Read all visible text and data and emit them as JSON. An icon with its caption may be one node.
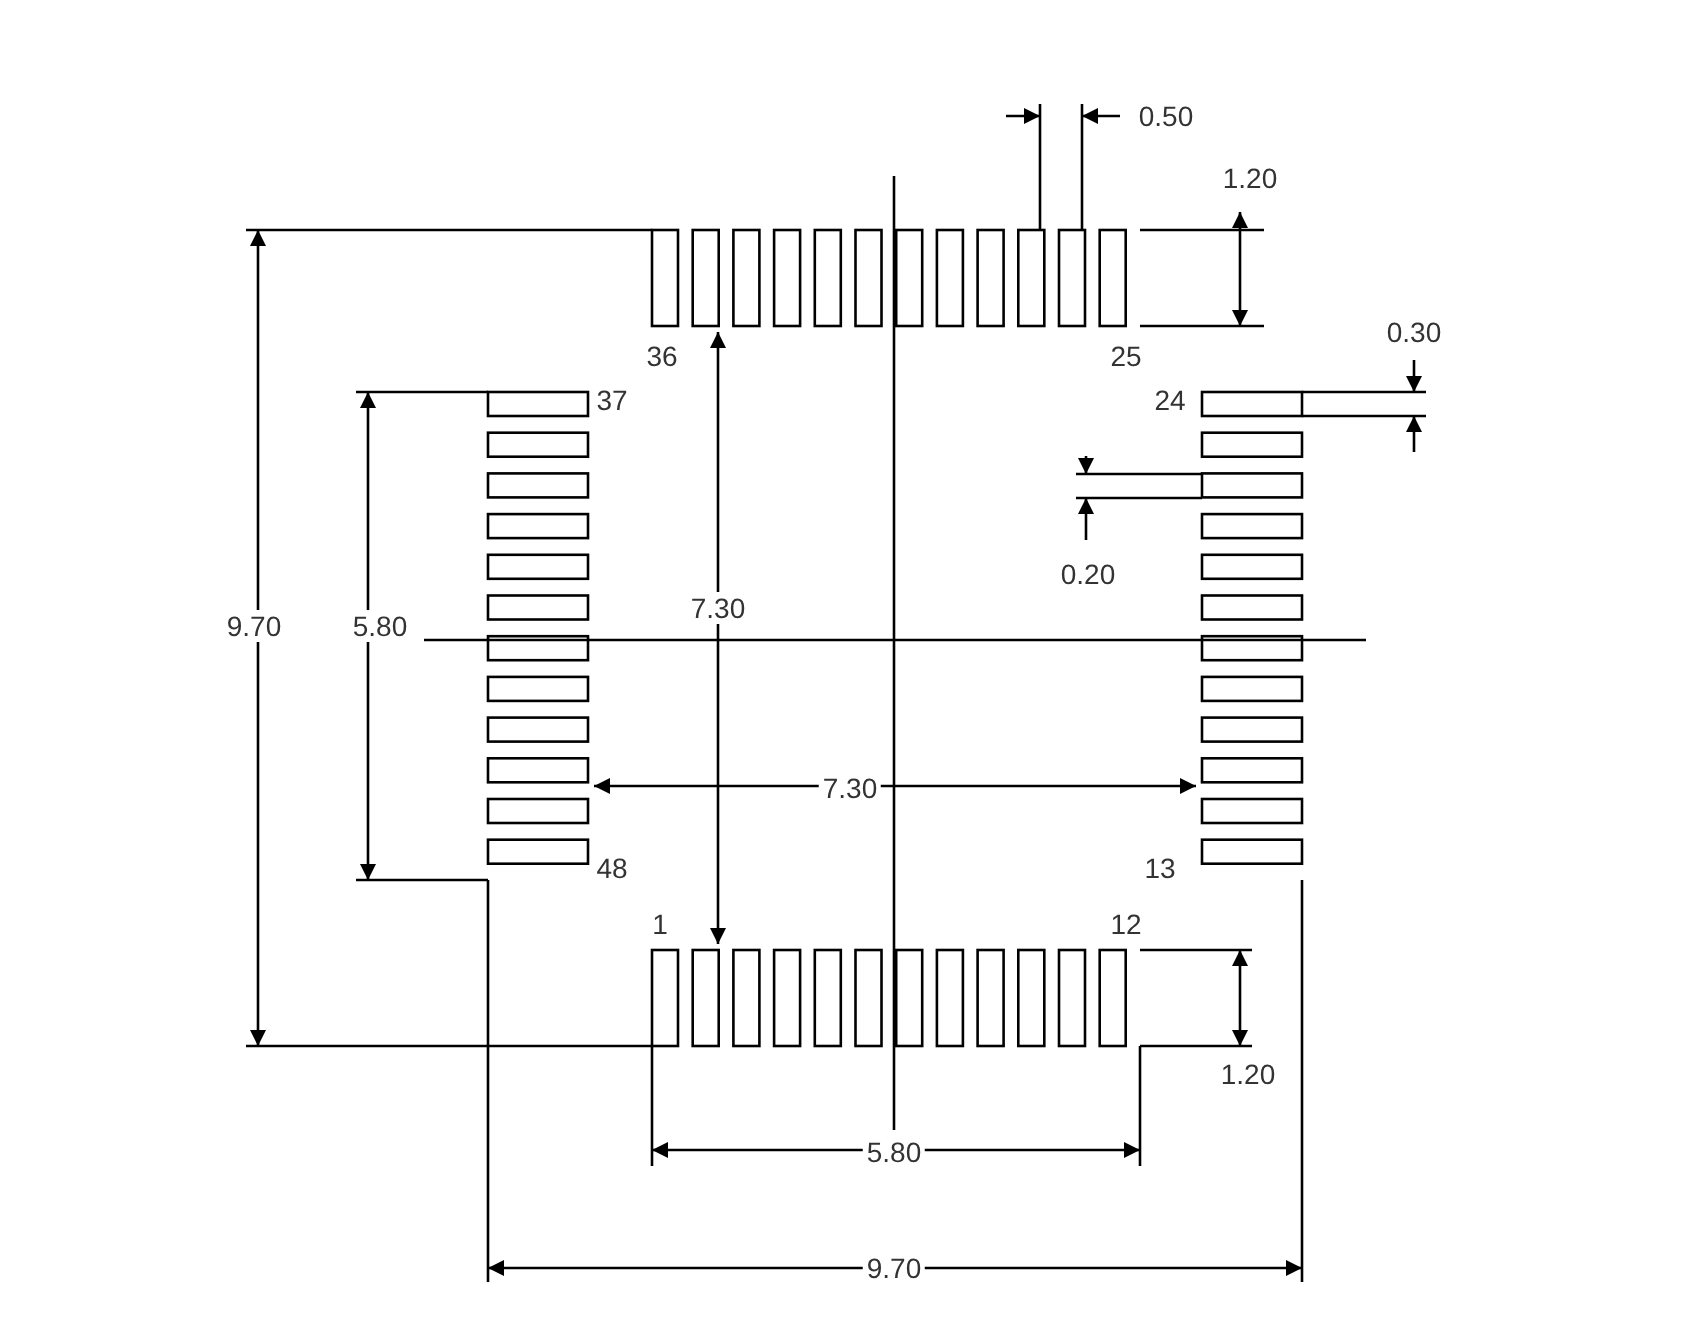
{
  "diagram": {
    "labels": [
      "0.50",
      "1.20",
      "0.30",
      "36",
      "25",
      "37",
      "24",
      "0.20",
      "9.70",
      "5.80",
      "7.30",
      "7.30",
      "48",
      "13",
      "1",
      "12",
      "1.20",
      "5.80",
      "9.70"
    ]
  }
}
